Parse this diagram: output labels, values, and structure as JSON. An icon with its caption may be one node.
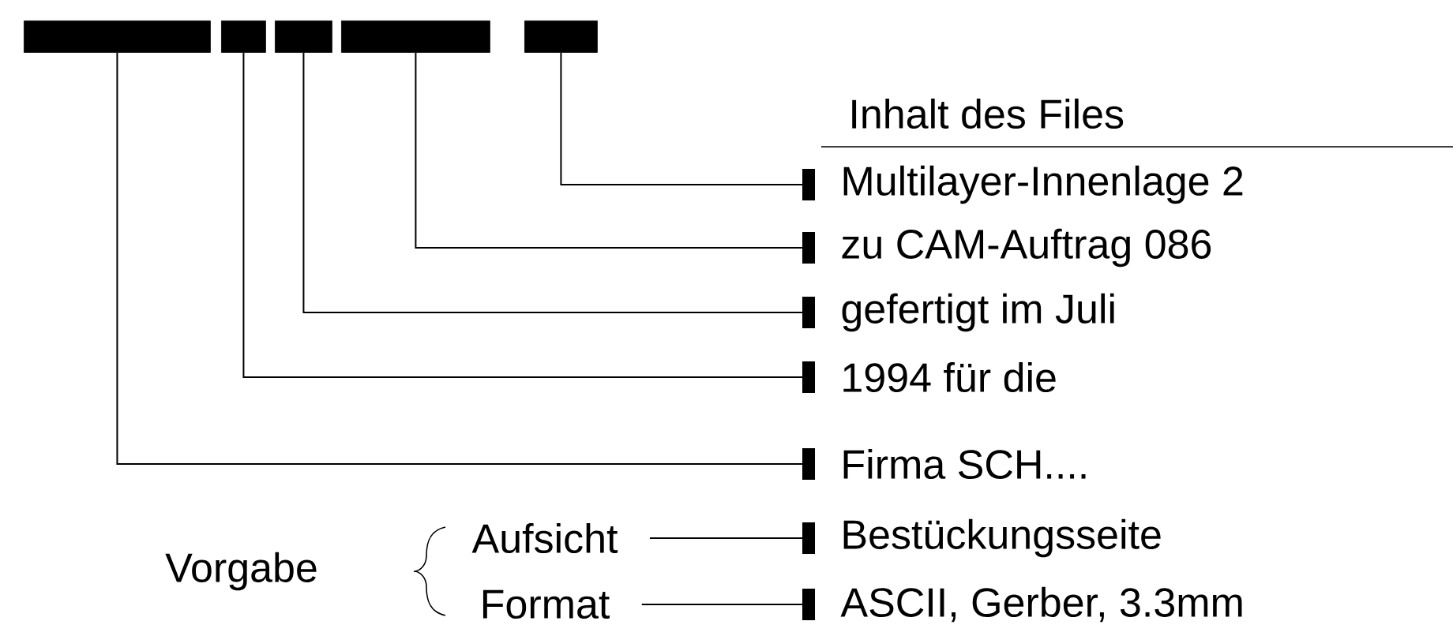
{
  "diagram": {
    "nodes": [
      {
        "text": [],
        "shape": "bar"
      },
      {
        "text": [],
        "shape": "bar"
      },
      {
        "text": [],
        "shape": "bar"
      },
      {
        "text": [],
        "shape": "bar"
      },
      {
        "text": [],
        "shape": "bar"
      },
      {
        "text": [
          "Multilayer-Innenlage 2"
        ]
      },
      {
        "text": [
          "zu CAM-Auftrag 086"
        ]
      },
      {
        "text": [
          "gefertigt im Juli"
        ]
      },
      {
        "text": [
          "1994 für die"
        ]
      },
      {
        "text": [
          "Firma SCH...."
        ]
      },
      {
        "text": [
          "Aufsicht"
        ]
      },
      {
        "text": [
          "Bestückungsseite"
        ]
      },
      {
        "text": [
          "Format"
        ]
      },
      {
        "text": [
          "ASCII, Gerber, 3.3mm"
        ]
      }
    ],
    "edges": [
      {
        "from": 4,
        "to": 5,
        "arrow": "other"
      },
      {
        "from": 3,
        "to": 6,
        "arrow": "other"
      },
      {
        "from": 2,
        "to": 7,
        "arrow": "other"
      },
      {
        "from": 1,
        "to": 8,
        "arrow": "other"
      },
      {
        "from": 0,
        "to": 9,
        "arrow": "other"
      },
      {
        "from": 10,
        "to": 11,
        "arrow": "other"
      },
      {
        "from": 12,
        "to": 13,
        "arrow": "other"
      }
    ],
    "labels": [
      "Inhalt des Files",
      "Vorgabe"
    ]
  }
}
